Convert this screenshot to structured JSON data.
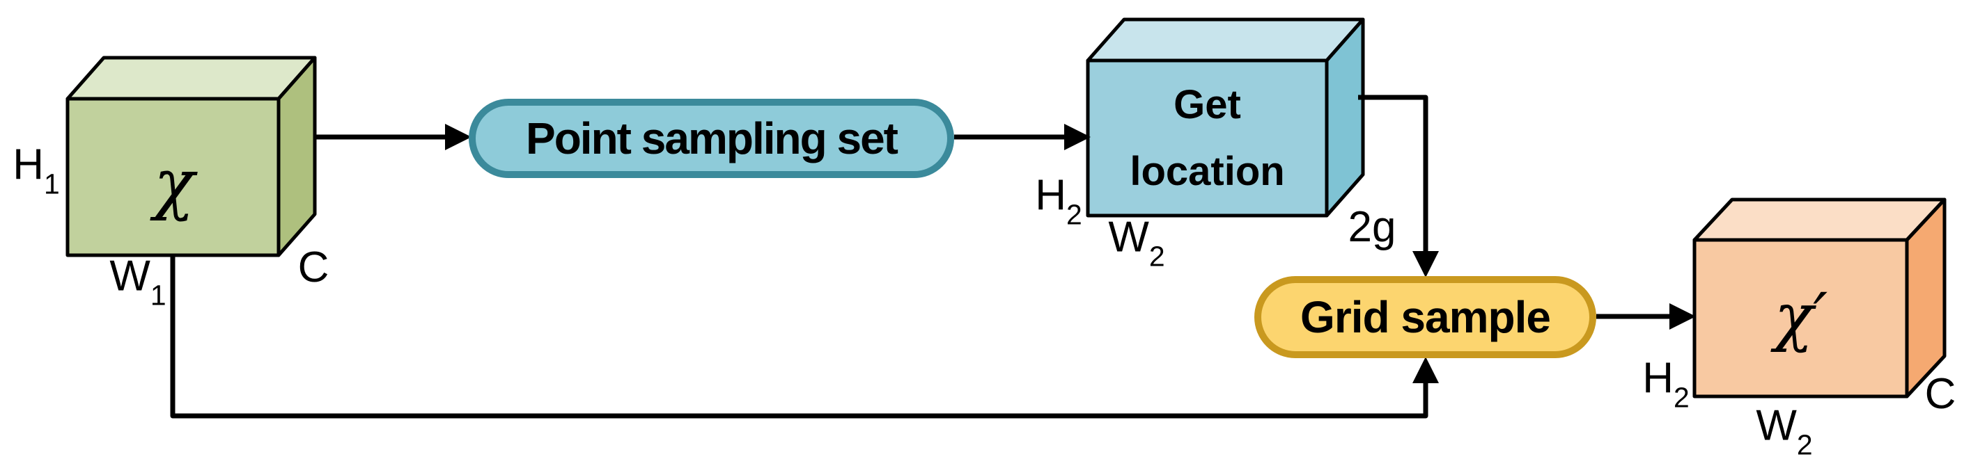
{
  "diagram": {
    "nodes": {
      "input_tensor": {
        "symbol": "χ",
        "height_label": {
          "base": "H",
          "sub": "1"
        },
        "width_label": {
          "base": "W",
          "sub": "1"
        },
        "depth_label": "C"
      },
      "point_sampling": {
        "label": "Point sampling set"
      },
      "get_location": {
        "line1": "Get",
        "line2": "location",
        "height_label": {
          "base": "H",
          "sub": "2"
        },
        "width_label": {
          "base": "W",
          "sub": "2"
        },
        "depth_label": "2g"
      },
      "grid_sample": {
        "label": "Grid sample"
      },
      "output_tensor": {
        "symbol": "χ′",
        "height_label": {
          "base": "H",
          "sub": "2"
        },
        "width_label": {
          "base": "W",
          "sub": "2"
        },
        "depth_label": "C"
      }
    },
    "colors": {
      "input_front": "#c1d19d",
      "input_top": "#dde8ca",
      "input_side": "#aec07e",
      "process_front": "#9bcfdd",
      "process_top": "#c8e4ec",
      "process_side": "#7fc3d4",
      "output_front": "#f8c9a2",
      "output_top": "#fbdec6",
      "output_side": "#f5a971",
      "pill_teal_fill": "#8ecbd9",
      "pill_teal_border": "#3b8a9b",
      "pill_yellow_fill": "#fcd56f",
      "pill_yellow_border": "#c9991f",
      "connector": "#000000"
    }
  }
}
